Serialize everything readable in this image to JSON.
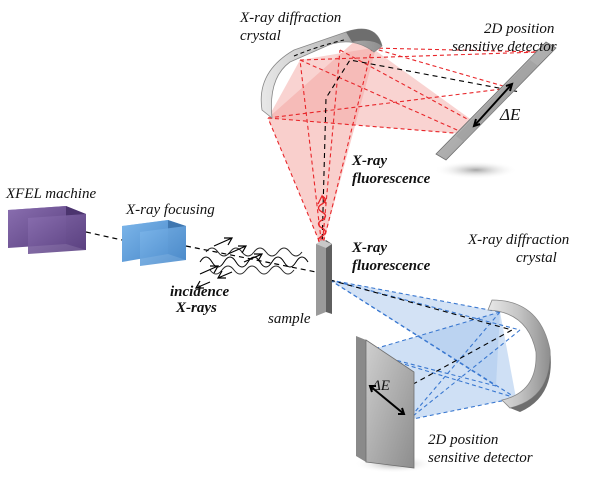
{
  "labels": {
    "xfel_machine": "XFEL machine",
    "xray_focusing": "X-ray focusing",
    "incidence_line1": "incidence",
    "incidence_line2": "X-rays",
    "sample": "sample",
    "fluorescence_top_line1": "X-ray",
    "fluorescence_top_line2": "fluorescence",
    "fluorescence_bottom_line1": "X-ray",
    "fluorescence_bottom_line2": "fluorescence",
    "crystal_top_line1": "X-ray diffraction",
    "crystal_top_line2": "crystal",
    "crystal_bottom_line1": "X-ray diffraction",
    "crystal_bottom_line2": "crystal",
    "detector_top_line1": "2D position",
    "detector_top_line2": "sensitive detector",
    "detector_bottom_line1": "2D position",
    "detector_bottom_line2": "sensitive detector",
    "delta_e_top": "ΔE",
    "delta_e_bottom": "ΔE"
  },
  "colors": {
    "xfel_box": "#6a4f8f",
    "focusing_box": "#5b9bd5",
    "red_beam": "#e8262a",
    "red_fill": "#f4a7a3",
    "blue_beam": "#3a78d0",
    "blue_fill": "#a7c6ec",
    "crystal_gray": "#b9b9b9",
    "sample_gray": "#8c8c8c"
  }
}
